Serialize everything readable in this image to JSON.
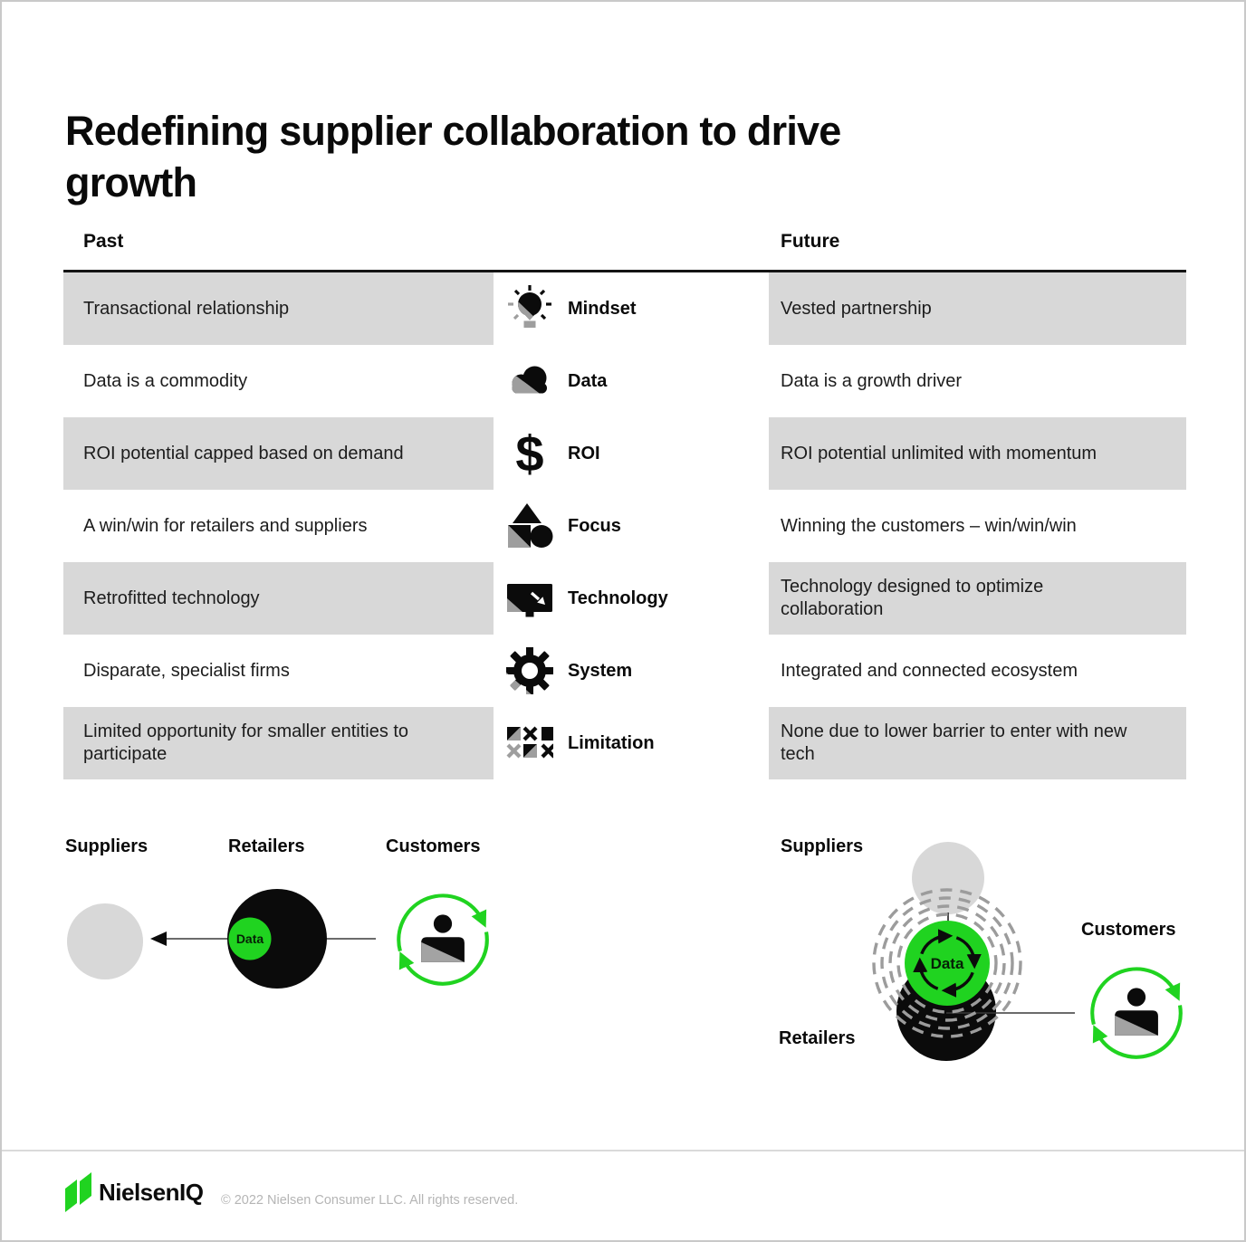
{
  "page": {
    "title": "Redefining supplier collaboration to drive growth"
  },
  "table": {
    "headers": {
      "past": "Past",
      "future": "Future"
    },
    "rows": [
      {
        "past": "Transactional relationship",
        "icon": "lightbulb-icon",
        "label": "Mindset",
        "future": "Vested partnership"
      },
      {
        "past": "Data is a commodity",
        "icon": "cloud-icon",
        "label": "Data",
        "future": "Data is a growth driver"
      },
      {
        "past": "ROI potential capped based on demand",
        "icon": "dollar-icon",
        "label": "ROI",
        "future": "ROI potential unlimited with momentum"
      },
      {
        "past": "A win/win for retailers and suppliers",
        "icon": "shapes-icon",
        "label": "Focus",
        "future": "Winning the customers – win/win/win"
      },
      {
        "past": "Retrofitted technology",
        "icon": "monitor-icon",
        "label": "Technology",
        "future": "Technology designed to optimize collaboration"
      },
      {
        "past": "Disparate, specialist firms",
        "icon": "gear-icon",
        "label": "System",
        "future": "Integrated and connected ecosystem"
      },
      {
        "past": "Limited opportunity for smaller entities to participate",
        "icon": "xox-grid-icon",
        "label": "Limitation",
        "future": "None due to lower barrier to enter with new tech"
      }
    ]
  },
  "icons": {
    "dollar_glyph": "$"
  },
  "diagrams": {
    "past": {
      "suppliers": "Suppliers",
      "retailers": "Retailers",
      "customers": "Customers",
      "data_label": "Data"
    },
    "future": {
      "suppliers": "Suppliers",
      "retailers": "Retailers",
      "customers": "Customers",
      "data_label": "Data"
    }
  },
  "footer": {
    "brand": "NielsenIQ",
    "copyright": "© 2022 Nielsen Consumer LLC. All rights reserved."
  },
  "colors": {
    "green": "#20d320",
    "row_gray": "#d8d8d8",
    "icon_gray": "#9e9e9e",
    "black": "#0b0b0b"
  }
}
